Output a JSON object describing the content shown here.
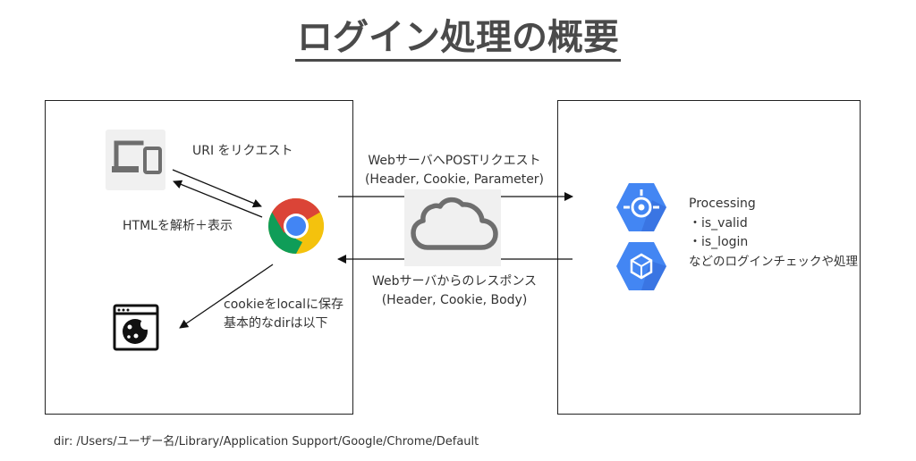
{
  "title": "ログイン処理の概要",
  "client": {
    "uri_request_label": "URI をリクエスト",
    "html_render_label": "HTMLを解析＋表示",
    "cookie_note_line1": "cookieをlocalに保存",
    "cookie_note_line2": "基本的なdirは以下"
  },
  "network": {
    "request_line1": "WebサーバへPOSTリクエスト",
    "request_line2": "(Header, Cookie, Parameter)",
    "response_line1": "Webサーバからのレスポンス",
    "response_line2": "(Header, Cookie, Body)"
  },
  "server": {
    "processing_title": "Processing",
    "items": [
      "・is_valid",
      "・is_login"
    ],
    "description": "などのログインチェックや処理"
  },
  "footer": {
    "dir_path": "dir: /Users/ユーザー名/Library/Application Support/Google/Chrome/Default"
  },
  "icons": {
    "devices": "devices-icon",
    "browser": "chrome-icon",
    "cookie": "cookie-icon",
    "cloud": "cloud-icon",
    "server_top": "gcp-endpoints-icon",
    "server_bottom": "gcp-compute-icon"
  },
  "colors": {
    "gcp_blue": "#4386f3",
    "gcp_dark": "#3367d6",
    "chrome_red": "#db4437",
    "chrome_yellow": "#f4c20d",
    "chrome_green": "#0f9d58",
    "chrome_blue": "#4285f4"
  }
}
